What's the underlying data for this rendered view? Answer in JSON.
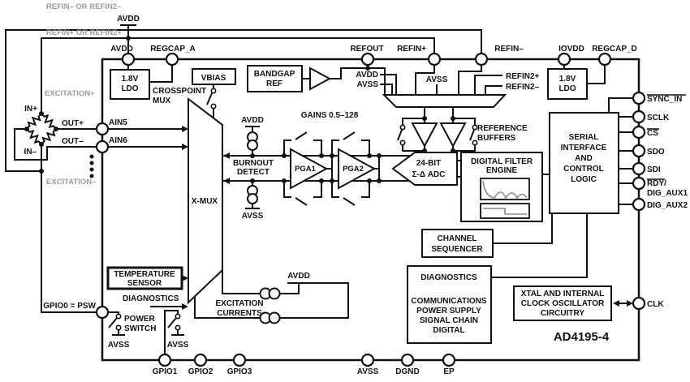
{
  "doc": {
    "part": "AD4195-4"
  },
  "net": {
    "refin_neg_loop": "REFIN– OR REFIN2–",
    "refin_pos_loop": "REFIN+ OR REFIN2+",
    "avdd": "AVDD",
    "avss": "AVSS",
    "excitation_pos": "EXCITATION+",
    "excitation_neg": "EXCITATION–",
    "gpio0_psw": "GPIO0 = PSW",
    "refin2_pos": "REFIN2+",
    "refin2_neg": "REFIN2–",
    "gains": "GAINS 0.5–128"
  },
  "bridge": {
    "in_pos": "IN+",
    "in_neg": "IN–",
    "out_pos": "OUT+",
    "out_neg": "OUT–"
  },
  "pins": {
    "avdd": "AVDD",
    "regcap_a": "REGCAP_A",
    "refout": "REFOUT",
    "refin_pos": "REFIN+",
    "refin_neg": "REFIN–",
    "iovdd": "IOVDD",
    "regcap_d": "REGCAP_D",
    "sync_in": "SYNC_IN",
    "sclk": "SCLK",
    "cs": "CS",
    "sdo": "SDO",
    "sdi": "SDI",
    "rdy": "RDY/",
    "dig_aux1": "DIG_AUX1",
    "dig_aux2": "DIG_AUX2",
    "clk": "CLK",
    "gpio1": "GPIO1",
    "gpio2": "GPIO2",
    "gpio3": "GPIO3",
    "avss": "AVSS",
    "dgnd": "DGND",
    "ep": "EP",
    "ain5": "AIN5",
    "ain6": "AIN6"
  },
  "blocks": {
    "ldo": {
      "l1": "1.8V",
      "l2": "LDO"
    },
    "vbias": "VBIAS",
    "bandgap": {
      "l1": "BANDGAP",
      "l2": "REF"
    },
    "crosspoint": {
      "l1": "CROSSPOINT",
      "l2": "MUX"
    },
    "xmux": "X-MUX",
    "burnout": {
      "l1": "BURNOUT",
      "l2": "DETECT"
    },
    "pga1": "PGA1",
    "pga2": "PGA2",
    "adc": {
      "l1": "24-BIT",
      "l2": "Σ-Δ ADC"
    },
    "refbuf": {
      "l1": "REFERENCE",
      "l2": "BUFFERS"
    },
    "dfe": {
      "l1": "DIGITAL FILTER",
      "l2": "ENGINE"
    },
    "serial": {
      "l1": "SERIAL",
      "l2": "INTERFACE",
      "l3": "AND",
      "l4": "CONTROL",
      "l5": "LOGIC"
    },
    "seq": {
      "l1": "CHANNEL",
      "l2": "SEQUENCER"
    },
    "diag": {
      "title": "DIAGNOSTICS",
      "l1": "COMMUNICATIONS",
      "l2": "POWER SUPPLY",
      "l3": "SIGNAL CHAIN",
      "l4": "DIGITAL"
    },
    "xtal": {
      "l1": "XTAL AND INTERNAL",
      "l2": "CLOCK OSCILLATOR",
      "l3": "CIRCUITRY"
    },
    "temp": {
      "l1": "TEMPERATURE",
      "l2": "SENSOR"
    },
    "diag_label": "DIAGNOSTICS",
    "excite": {
      "l1": "EXCITATION",
      "l2": "CURRENTS"
    },
    "power_switch": {
      "l1": "POWER",
      "l2": "SWITCH"
    }
  }
}
